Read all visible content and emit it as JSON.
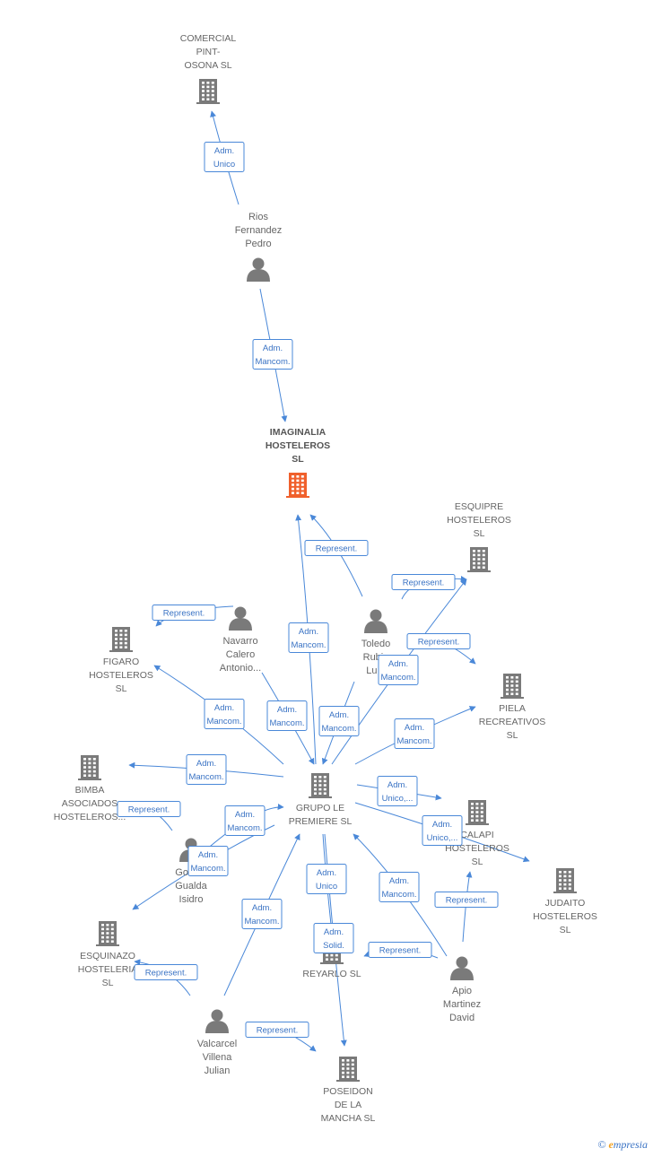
{
  "colors": {
    "edge": "#4a88d8",
    "node": "#7a7a7a",
    "focus": "#f0602c"
  },
  "nodes": [
    {
      "id": "comercial",
      "type": "company",
      "label": [
        "COMERCIAL",
        "PINT-",
        "OSONA  SL"
      ]
    },
    {
      "id": "rios",
      "type": "person",
      "label": [
        "Rios",
        "Fernandez",
        "Pedro"
      ]
    },
    {
      "id": "imaginalia",
      "type": "company",
      "focus": true,
      "label": [
        "IMAGINALIA",
        "HOSTELEROS",
        "SL"
      ]
    },
    {
      "id": "esquipre",
      "type": "company",
      "label": [
        "ESQUIPRE",
        "HOSTELEROS",
        "SL"
      ]
    },
    {
      "id": "navarro",
      "type": "person",
      "label": [
        "Navarro",
        "Calero",
        "Antonio..."
      ]
    },
    {
      "id": "toledo",
      "type": "person",
      "label": [
        "Toledo",
        "Rubio",
        "Lu..."
      ]
    },
    {
      "id": "figaro",
      "type": "company",
      "label": [
        "FIGARO",
        "HOSTELEROS",
        "SL"
      ]
    },
    {
      "id": "piela",
      "type": "company",
      "label": [
        "PIELA",
        "RECREATIVOS",
        "SL"
      ]
    },
    {
      "id": "bimba",
      "type": "company",
      "label": [
        "BIMBA",
        "ASOCIADOS",
        "HOSTELEROS..."
      ]
    },
    {
      "id": "grupo",
      "type": "company",
      "label": [
        "GRUPO LE",
        "PREMIERE  SL"
      ]
    },
    {
      "id": "calapi",
      "type": "company",
      "label": [
        "CALAPI",
        "HOSTELEROS",
        "SL"
      ]
    },
    {
      "id": "judaito",
      "type": "company",
      "label": [
        "JUDAITO",
        "HOSTELEROS",
        "SL"
      ]
    },
    {
      "id": "gomez",
      "type": "person",
      "label": [
        "Gomez",
        "Gualda",
        "Isidro"
      ]
    },
    {
      "id": "esquinazo",
      "type": "company",
      "label": [
        "ESQUINAZO",
        "HOSTELERIA",
        "SL"
      ]
    },
    {
      "id": "reyarlo",
      "type": "company",
      "label": [
        "REYARLO  SL"
      ]
    },
    {
      "id": "apio",
      "type": "person",
      "label": [
        "Apio",
        "Martinez",
        "David"
      ]
    },
    {
      "id": "valcarcel",
      "type": "person",
      "label": [
        "Valcarcel",
        "Villena",
        "Julian"
      ]
    },
    {
      "id": "poseidon",
      "type": "company",
      "label": [
        "POSEIDON",
        "DE LA",
        "MANCHA  SL"
      ]
    }
  ],
  "edges": [
    {
      "from": "rios",
      "to": "comercial",
      "label": [
        "Adm.",
        "Unico"
      ]
    },
    {
      "from": "rios",
      "to": "imaginalia",
      "label": [
        "Adm.",
        "Mancom."
      ]
    },
    {
      "from": "toledo",
      "to": "imaginalia",
      "label": [
        "Represent."
      ]
    },
    {
      "from": "grupo",
      "to": "imaginalia",
      "label": [
        "Adm.",
        "Mancom."
      ]
    },
    {
      "from": "toledo",
      "to": "esquipre",
      "label": [
        "Represent."
      ]
    },
    {
      "from": "navarro",
      "to": "figaro",
      "label": [
        "Represent."
      ]
    },
    {
      "from": "toledo",
      "to": "piela",
      "label": [
        "Represent."
      ]
    },
    {
      "from": "grupo",
      "to": "esquipre",
      "label": [
        "Adm.",
        "Mancom."
      ]
    },
    {
      "from": "grupo",
      "to": "figaro",
      "label": [
        "Adm.",
        "Mancom."
      ]
    },
    {
      "from": "navarro",
      "to": "grupo",
      "label": [
        "Adm.",
        "Mancom."
      ]
    },
    {
      "from": "toledo",
      "to": "grupo",
      "label": [
        "Adm.",
        "Mancom."
      ]
    },
    {
      "from": "grupo",
      "to": "piela",
      "label": [
        "Adm.",
        "Mancom."
      ]
    },
    {
      "from": "grupo",
      "to": "bimba",
      "label": [
        "Adm.",
        "Mancom."
      ]
    },
    {
      "from": "gomez",
      "to": "bimba",
      "label": [
        "Represent."
      ]
    },
    {
      "from": "gomez",
      "to": "grupo",
      "label": [
        "Adm.",
        "Mancom."
      ]
    },
    {
      "from": "grupo",
      "to": "calapi",
      "label": [
        "Adm.",
        "Unico,..."
      ]
    },
    {
      "from": "grupo",
      "to": "judaito",
      "label": [
        "Adm.",
        "Unico,..."
      ]
    },
    {
      "from": "grupo",
      "to": "esquinazo",
      "label": [
        "Adm.",
        "Mancom."
      ]
    },
    {
      "from": "grupo",
      "to": "reyarlo",
      "label": [
        "Adm.",
        "Unico"
      ]
    },
    {
      "from": "grupo",
      "to": "poseidon",
      "label": [
        "Adm.",
        "Solid."
      ]
    },
    {
      "from": "valcarcel",
      "to": "grupo",
      "label": [
        "Adm.",
        "Mancom."
      ]
    },
    {
      "from": "apio",
      "to": "grupo",
      "label": [
        "Adm.",
        "Mancom."
      ]
    },
    {
      "from": "apio",
      "to": "calapi",
      "label": [
        "Represent."
      ]
    },
    {
      "from": "apio",
      "to": "reyarlo",
      "label": [
        "Represent."
      ]
    },
    {
      "from": "valcarcel",
      "to": "esquinazo",
      "label": [
        "Represent."
      ]
    },
    {
      "from": "valcarcel",
      "to": "poseidon",
      "label": [
        "Represent."
      ]
    }
  ],
  "brand": {
    "copyright": "©",
    "initial": "e",
    "rest": "mpresia"
  }
}
